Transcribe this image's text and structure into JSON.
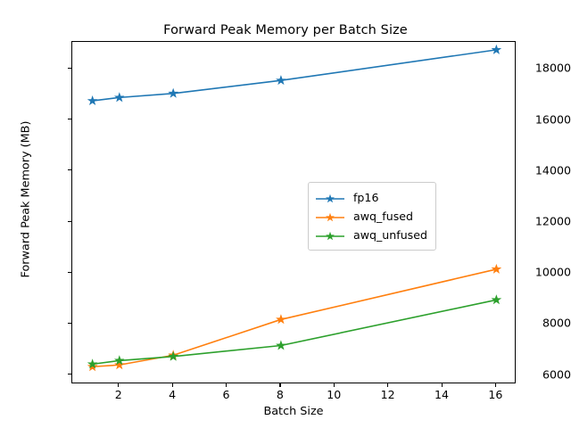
{
  "chart_data": {
    "type": "line",
    "title": "Forward Peak Memory per Batch Size",
    "xlabel": "Batch Size",
    "ylabel": "Forward Peak Memory (MB)",
    "x": [
      1,
      2,
      4,
      8,
      16
    ],
    "xlim": [
      0.25,
      16.75
    ],
    "ylim": [
      5640,
      19060
    ],
    "xticks": [
      2,
      4,
      6,
      8,
      10,
      12,
      14,
      16
    ],
    "xtick_labels": [
      "2",
      "4",
      "6",
      "8",
      "10",
      "12",
      "14",
      "16"
    ],
    "yticks": [
      6000,
      8000,
      10000,
      12000,
      14000,
      16000,
      18000
    ],
    "ytick_labels": [
      "6000",
      "8000",
      "10000",
      "12000",
      "14000",
      "16000",
      "18000"
    ],
    "grid": false,
    "marker": "star",
    "legend_position": "center-right",
    "series": [
      {
        "name": "fp16",
        "color": "#1f77b4",
        "values": [
          16750,
          16880,
          17040,
          17550,
          18750
        ]
      },
      {
        "name": "awq_fused",
        "color": "#ff7f0e",
        "values": [
          6330,
          6400,
          6780,
          8180,
          10150
        ]
      },
      {
        "name": "awq_unfused",
        "color": "#2ca02c",
        "values": [
          6430,
          6570,
          6730,
          7160,
          8950
        ]
      }
    ]
  }
}
